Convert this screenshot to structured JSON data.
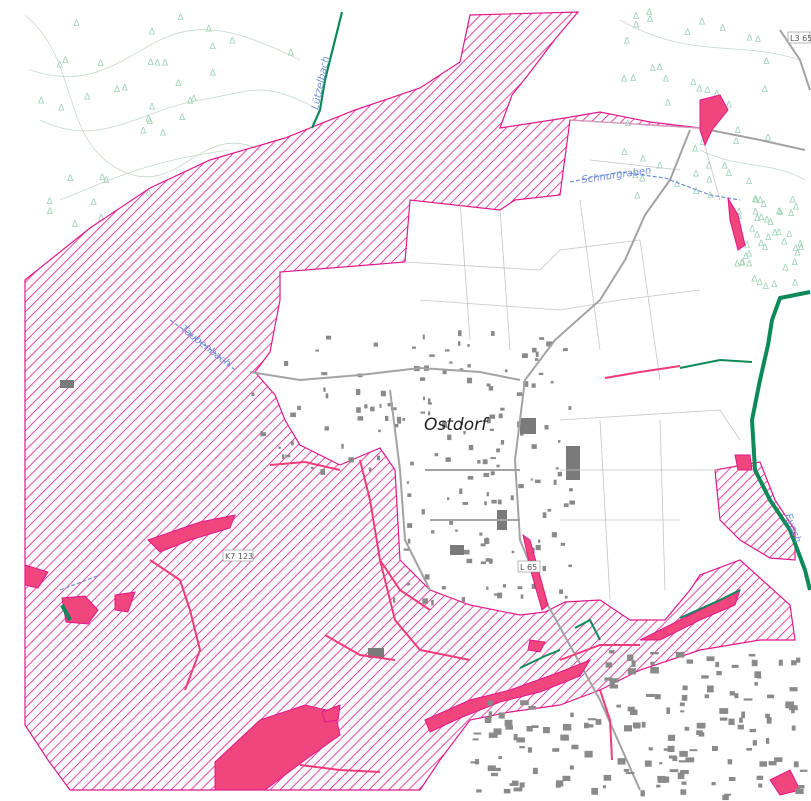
{
  "map": {
    "place_label": "Ostdorf",
    "stream_labels": {
      "schnurgraben": "Schnurgraben",
      "luetzelbach": "Lützelbach",
      "stream_west": "Taubenbach",
      "eyach": "Eyach"
    },
    "road_labels": {
      "l65_top": "L3 65",
      "k7123": "K7 123",
      "l65_center": "L 65"
    },
    "colors": {
      "hatch": "#e0188c",
      "flood_fill": "#f0457d",
      "stream_green": "#0d8a5a",
      "water_blue": "#6f8fd8",
      "road": "#9a9a9a",
      "building": "#7a7a7a"
    }
  }
}
